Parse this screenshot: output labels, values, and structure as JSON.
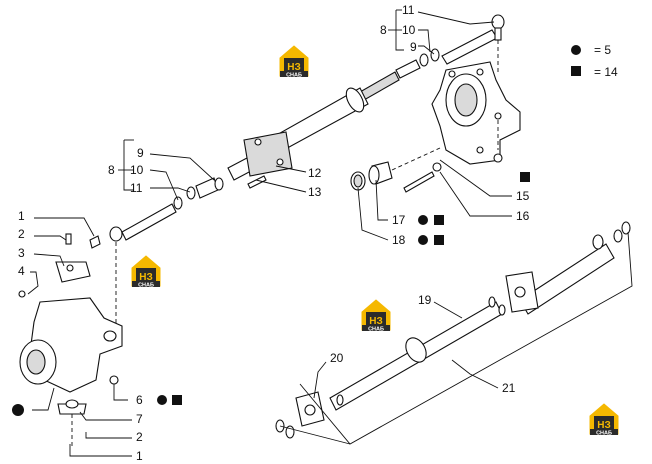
{
  "legend": {
    "circle_value": "= 5",
    "square_value": "= 14"
  },
  "logo": {
    "letters": "НЗ",
    "caption": "СНАБ"
  },
  "callouts": {
    "c1_top": "1",
    "c2_top": "2",
    "c3": "3",
    "c4": "4",
    "c1_bottom": "1",
    "c2_bottom": "2",
    "c6": "6",
    "c7": "7",
    "c8_left": "8",
    "c9_left": "9",
    "c10_left": "10",
    "c11_left": "11",
    "c8_right": "8",
    "c9_right": "9",
    "c10_right": "10",
    "c11_right": "11",
    "c12": "12",
    "c13": "13",
    "c15": "15",
    "c16": "16",
    "c17": "17",
    "c18": "18",
    "c19": "19",
    "c20": "20",
    "c21": "21"
  },
  "colors": {
    "logo_yellow": "#f5b800",
    "logo_dark": "#2b2b2b",
    "line": "#111111"
  }
}
